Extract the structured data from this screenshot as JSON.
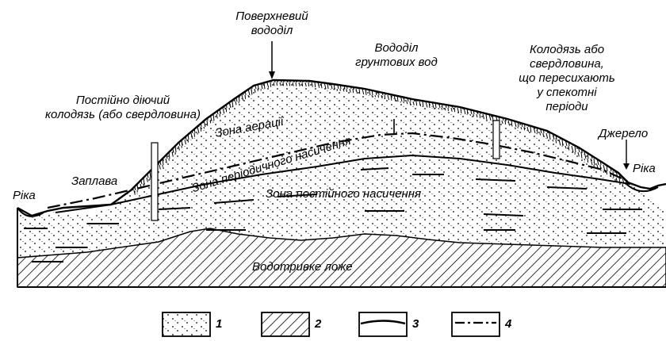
{
  "labels": {
    "surface_divide": [
      "Поверхневий",
      "вододіл"
    ],
    "groundwater_divide": [
      "Вододіл",
      "грунтових вод"
    ],
    "drying_well": [
      "Колодязь або",
      "свердловина,",
      "що пересихають",
      "у спекотні",
      "періоди"
    ],
    "permanent_well": [
      "Постійно діючий",
      "колодязь (або свердловина)"
    ],
    "aeration_zone": "Зона аерації",
    "periodic_zone": "Зона періодичного насичення",
    "permanent_zone": "Зона постійного насичення",
    "floodplain": "Заплава",
    "river_left": "Ріка",
    "river_right": "Ріка",
    "spring": "Джерело",
    "aquiclude": "Водотривке ложе"
  },
  "legend": {
    "items": [
      {
        "num": "1",
        "pattern": "dotted"
      },
      {
        "num": "2",
        "pattern": "hatched"
      },
      {
        "num": "3",
        "pattern": "solid-line"
      },
      {
        "num": "4",
        "pattern": "dash-dot-line"
      }
    ]
  }
}
